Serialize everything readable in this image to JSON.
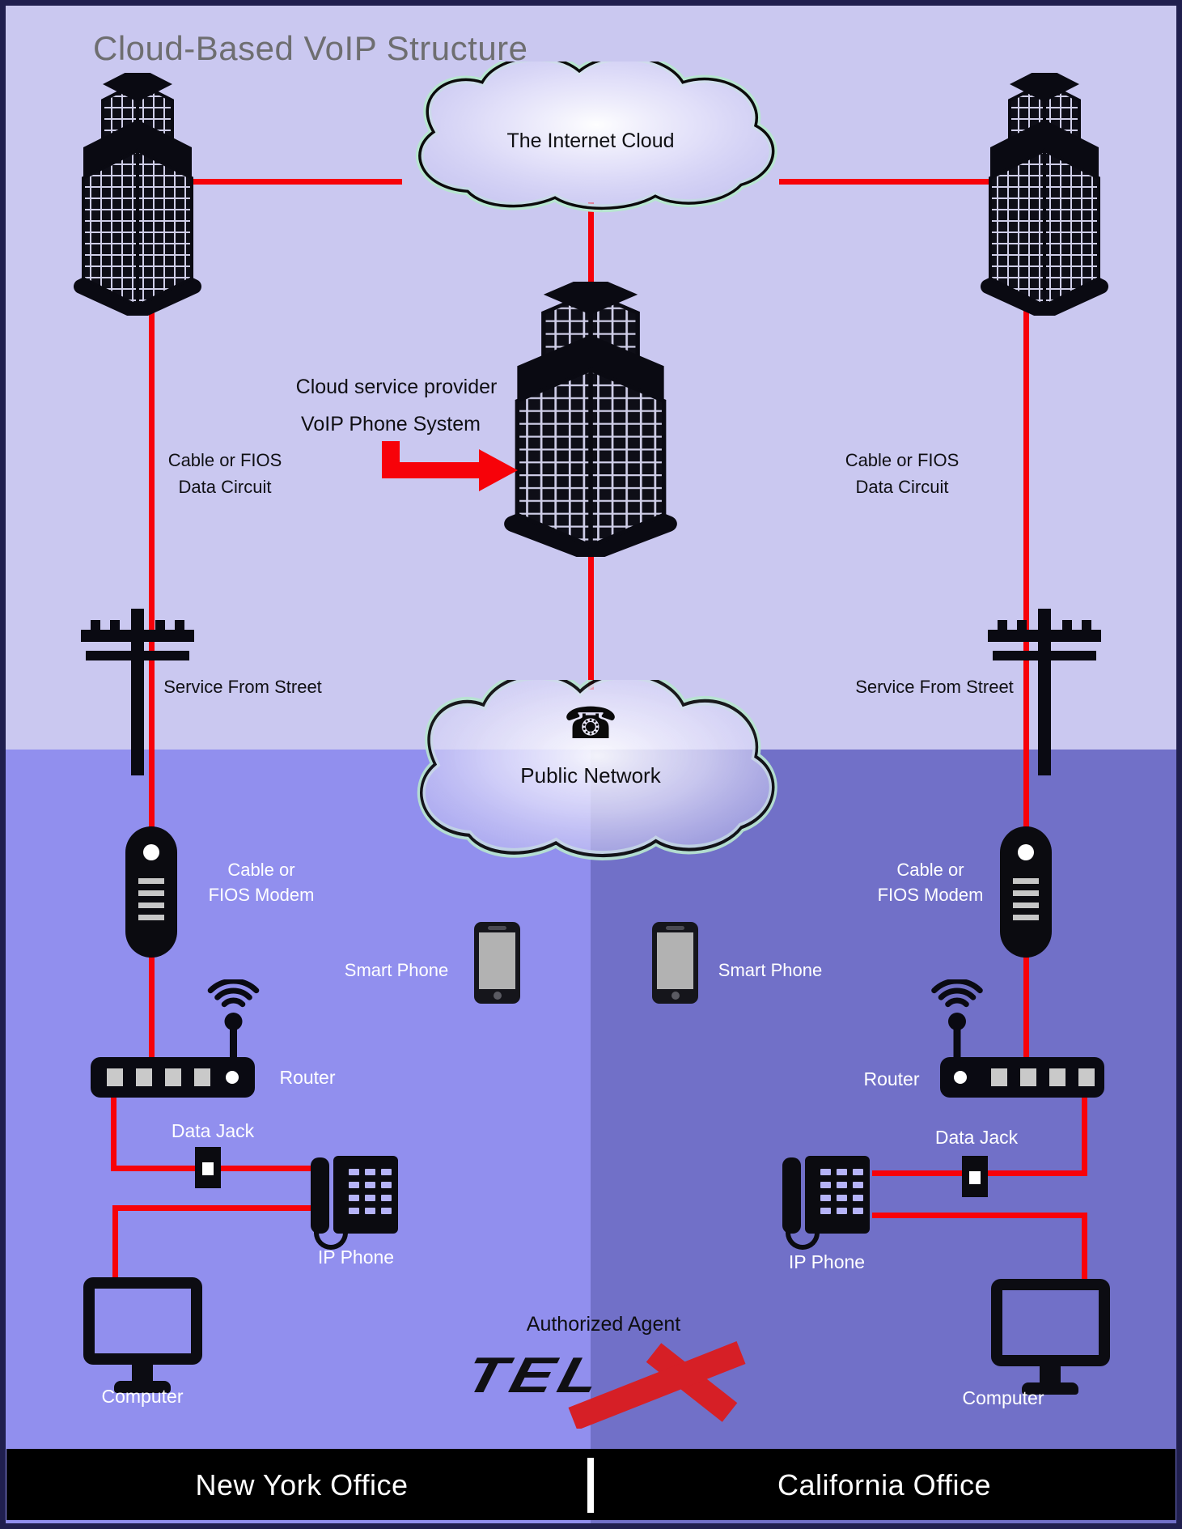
{
  "title": "Cloud-Based VoIP Structure",
  "internet_cloud": {
    "label": "The Internet Cloud"
  },
  "provider": {
    "line1": "Cloud service provider",
    "line2": "VoIP Phone System"
  },
  "public_network": {
    "label": "Public Network",
    "phone_glyph": "☎"
  },
  "footer": {
    "authorized_agent": "Authorized Agent",
    "logo_tel": "TEL",
    "logo_x": "X"
  },
  "colors": {
    "bg_top": "#cac8f0",
    "bg_bottom_left": "#918fee",
    "bg_bottom_right": "#7170c8",
    "wire_red": "#f70209",
    "logo_red": "#d61f26",
    "frame": "#201f4e",
    "footer_bar": "#000000",
    "cloud_glow": "#b7e5d0"
  },
  "offices": [
    {
      "name": "New York Office",
      "cable1": "Cable or FIOS",
      "cable2": "Data Circuit",
      "service": "Service From Street",
      "modem1": "Cable or",
      "modem2": "FIOS Modem",
      "smartphone": "Smart Phone",
      "router": "Router",
      "data_jack": "Data Jack",
      "ip_phone": "IP Phone",
      "computer": "Computer"
    },
    {
      "name": "California Office",
      "cable1": "Cable or FIOS",
      "cable2": "Data Circuit",
      "service": "Service From Street",
      "modem1": "Cable or",
      "modem2": "FIOS Modem",
      "smartphone": "Smart Phone",
      "router": "Router",
      "data_jack": "Data Jack",
      "ip_phone": "IP Phone",
      "computer": "Computer"
    }
  ]
}
